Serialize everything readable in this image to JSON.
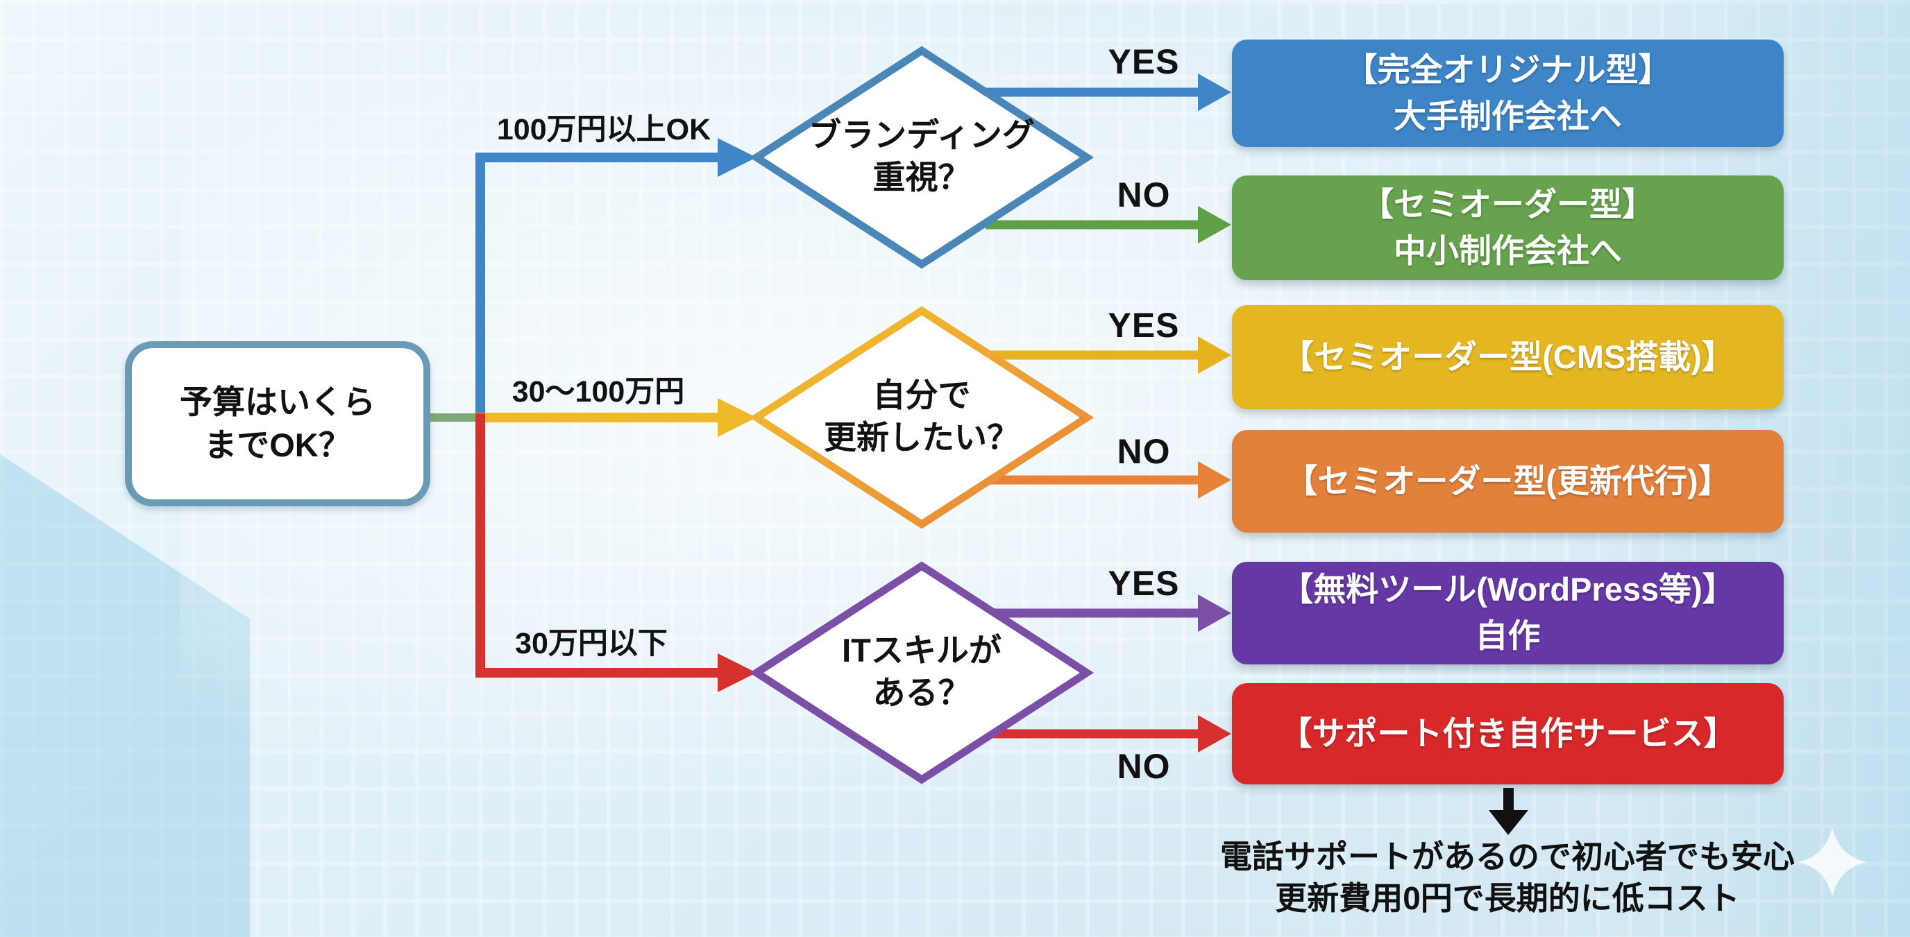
{
  "colors": {
    "background": "#ddeef6",
    "blue": "#3d85c6",
    "green": "#67a24e",
    "muted_green_connector": "#7fa878",
    "yellow": "#eab822",
    "orange": "#e2813c",
    "purple_box": "#6538a6",
    "purple_border": "#7b4fa5",
    "red": "#d9282a",
    "start_box_border": "#6b9ab5",
    "diamond_blue_border": "#4a86b8",
    "text_black": "#111111",
    "text_white": "#ffffff"
  },
  "start": {
    "line1": "予算はいくら",
    "line2": "までOK？"
  },
  "branches": [
    {
      "label": "100万円以上OK"
    },
    {
      "label": "30〜100万円"
    },
    {
      "label": "30万円以下"
    }
  ],
  "decisions": [
    {
      "line1": "ブランディング",
      "line2": "重視？",
      "yes": "YES",
      "no": "NO"
    },
    {
      "line1": "自分で",
      "line2": "更新したい？",
      "yes": "YES",
      "no": "NO"
    },
    {
      "line1": "ITスキルが",
      "line2": "ある？",
      "yes": "YES",
      "no": "NO"
    }
  ],
  "results": [
    {
      "line1": "【完全オリジナル型】",
      "line2": "大手制作会社へ"
    },
    {
      "line1": "【セミオーダー型】",
      "line2": "中小制作会社へ"
    },
    {
      "line1": "【セミオーダー型(CMS搭載)】",
      "line2": ""
    },
    {
      "line1": "【セミオーダー型(更新代行)】",
      "line2": ""
    },
    {
      "line1": "【無料ツール(WordPress等)】",
      "line2": "自作"
    },
    {
      "line1": "【サポート付き自作サービス】",
      "line2": ""
    }
  ],
  "note": {
    "line1": "電話サポートがあるので初心者でも安心",
    "line2": "更新費用0円で長期的に低コスト"
  }
}
